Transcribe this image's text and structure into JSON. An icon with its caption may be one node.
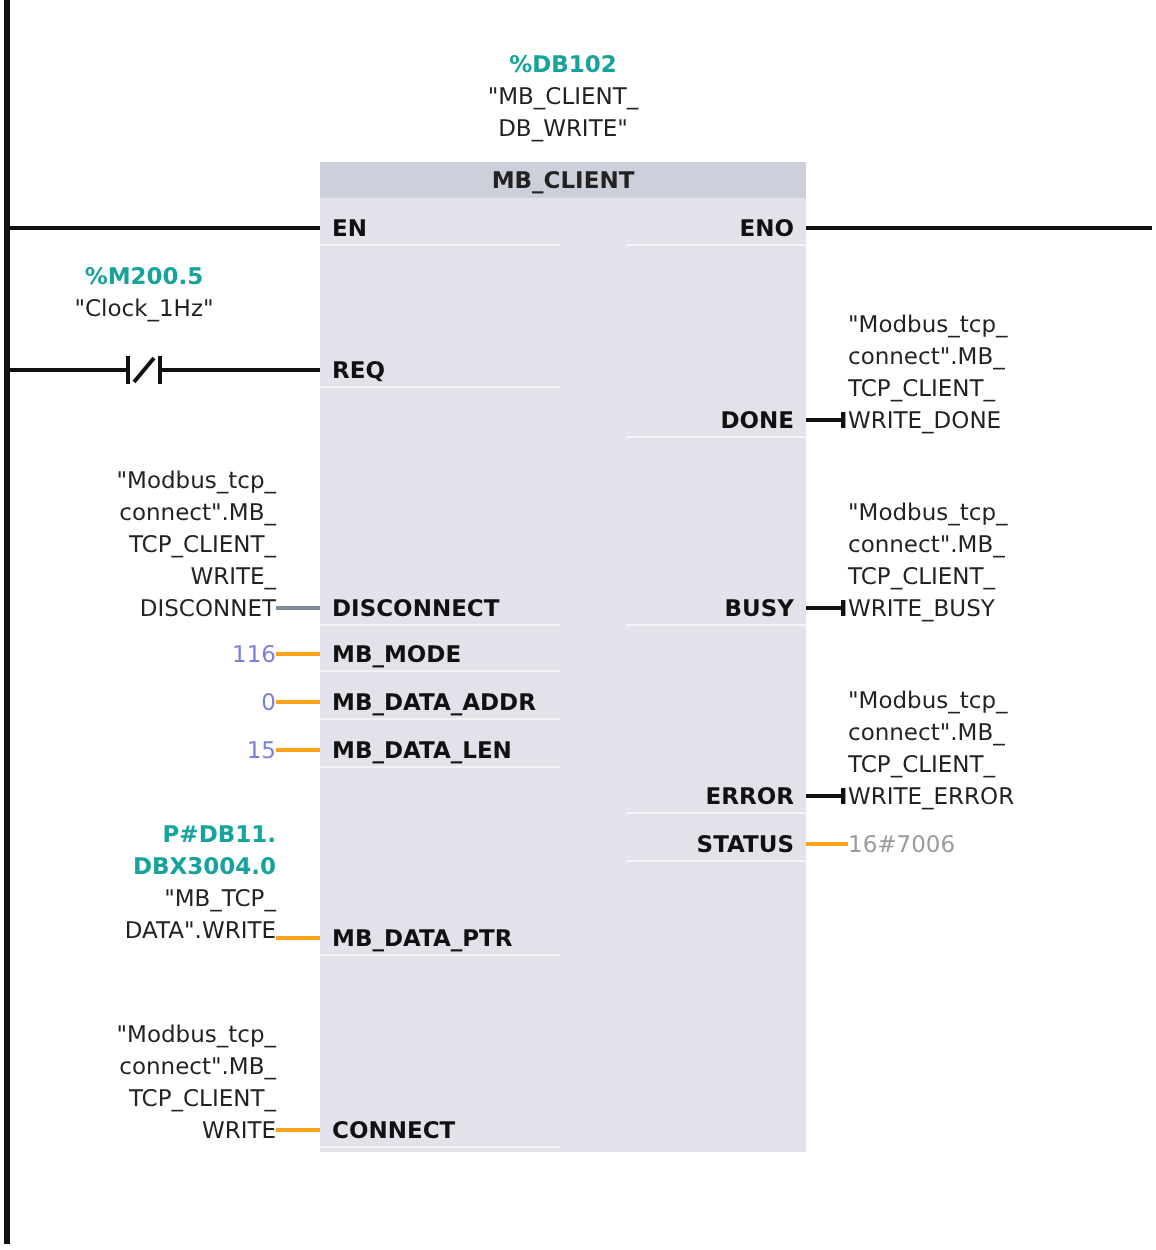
{
  "diagram": {
    "nodes": [
      {
        "text": [
          "MB_CLIENT"
        ],
        "beside": [
          "%DB102",
          "\"MB_CLIENT_ DB_WRITE\""
        ]
      },
      {
        "text": [
          "EN"
        ],
        "in": 0
      },
      {
        "text": [
          "REQ"
        ],
        "in": 0
      },
      {
        "text": [
          "DISCONNECT"
        ],
        "in": 0
      },
      {
        "text": [
          "MB_MODE"
        ],
        "in": 0
      },
      {
        "text": [
          "MB_DATA_ADDR"
        ],
        "in": 0
      },
      {
        "text": [
          "MB_DATA_LEN"
        ],
        "in": 0
      },
      {
        "text": [
          "MB_DATA_PTR"
        ],
        "in": 0
      },
      {
        "text": [
          "CONNECT"
        ],
        "in": 0
      },
      {
        "text": [
          "ENO"
        ],
        "in": 0
      },
      {
        "text": [
          "DONE"
        ],
        "in": 0
      },
      {
        "text": [
          "BUSY"
        ],
        "in": 0
      },
      {
        "text": [
          "ERROR"
        ],
        "in": 0
      },
      {
        "text": [
          "STATUS"
        ],
        "in": 0
      },
      {
        "text": [
          "%M200.5",
          "\"Clock_1Hz\""
        ]
      },
      {
        "text": [],
        "shape": "bar"
      },
      {
        "text": [
          "\"Modbus_tcp_ connect\".MB_ TCP_CLIENT_ WRITE_ DISCONNET"
        ]
      },
      {
        "text": [
          "116"
        ]
      },
      {
        "text": [
          "0"
        ]
      },
      {
        "text": [
          "15"
        ]
      },
      {
        "text": [
          "P#DB11. DBX3004.0",
          "\"MB_TCP_ DATA\".WRITE"
        ]
      },
      {
        "text": [
          "\"Modbus_tcp_ connect\".MB_ TCP_CLIENT_ WRITE"
        ]
      },
      {
        "text": [
          "\"Modbus_tcp_ connect\".MB_ TCP_CLIENT_ WRITE_DONE"
        ]
      },
      {
        "text": [
          "\"Modbus_tcp_ connect\".MB_ TCP_CLIENT_ WRITE_BUSY"
        ]
      },
      {
        "text": [
          "\"Modbus_tcp_ connect\".MB_ TCP_CLIENT_ WRITE_ERROR"
        ]
      },
      {
        "text": [
          "16#7006"
        ]
      }
    ],
    "edges": [
      {
        "from": 15,
        "to": 1,
        "arrow": "none"
      },
      {
        "from": 15,
        "to": 14,
        "arrow": "none"
      },
      {
        "from": 14,
        "to": 2,
        "arrow": "none"
      },
      {
        "from": 16,
        "to": 3,
        "arrow": "none",
        "color": "#7f8d9a"
      },
      {
        "from": 17,
        "to": 4,
        "arrow": "none",
        "color": "#ffa21a"
      },
      {
        "from": 18,
        "to": 5,
        "arrow": "none",
        "color": "#ffa21a"
      },
      {
        "from": 19,
        "to": 6,
        "arrow": "none",
        "color": "#ffa21a"
      },
      {
        "from": 20,
        "to": 7,
        "arrow": "none",
        "color": "#ffa21a"
      },
      {
        "from": 21,
        "to": 8,
        "arrow": "none",
        "color": "#ffa21a"
      },
      {
        "from": 9,
        "to": null,
        "arrow": "none"
      },
      {
        "from": 10,
        "to": 22,
        "arrow": "other"
      },
      {
        "from": 11,
        "to": 23,
        "arrow": "other"
      },
      {
        "from": 12,
        "to": 24,
        "arrow": "other"
      },
      {
        "from": 13,
        "to": 25,
        "arrow": "none",
        "color": "#ffa21a"
      }
    ]
  }
}
